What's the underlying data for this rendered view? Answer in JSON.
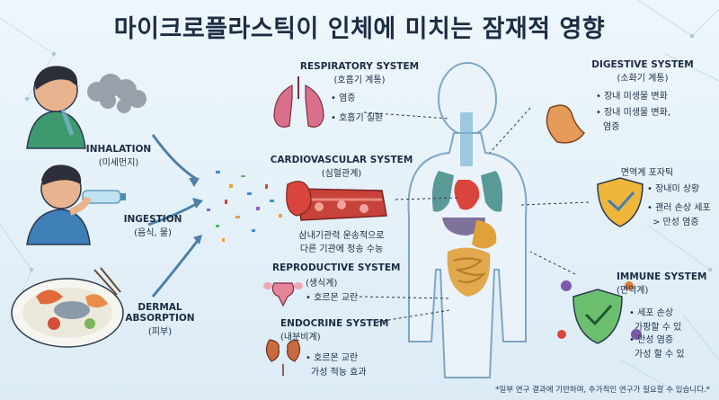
{
  "title": "마이크로플라스틱이 인체에 미치는 잠재적 영향",
  "sources": [
    {
      "en": "INHALATION",
      "ko": "(미세먼지)"
    },
    {
      "en": "INGESTION",
      "ko": "(음식, 물)"
    },
    {
      "en": "DERMAL",
      "en2": "ABSORPTION",
      "ko": "(피부)"
    }
  ],
  "respiratory": {
    "en": "RESPIRATORY SYSTEM",
    "ko": "(호흡기 계통)",
    "items": [
      "염증",
      "호흡기 질환"
    ]
  },
  "cardiovascular": {
    "en": "CARDIOVASCULAR SYSTEM",
    "ko": "(심혈관계)",
    "items": [
      "삼내기관력 운송적으로",
      "다른 기관에 정송 수능"
    ]
  },
  "reproductive": {
    "en": "REPRODUCTIVE SYSTEM",
    "ko": "(생식계)",
    "items": [
      "호르몬 교란"
    ]
  },
  "endocrine": {
    "en": "ENDOCRINE SYSTEM",
    "ko": "(내분비계)",
    "items": [
      "호르몬 교란",
      "가성 적능 효과"
    ]
  },
  "digestive": {
    "en": "DIGESTIVE SYSTEM",
    "ko": "(소화기 계통)",
    "items": [
      "장내 미생물 변화",
      "장내 미생물 변화,",
      "염증"
    ]
  },
  "immune_hub": {
    "ko": "면역계 포자틱",
    "items": [
      "장내미 상황",
      "괜러 손상 세포",
      "> 만성 염증"
    ]
  },
  "immune": {
    "en": "IMMUNE SYSTEM",
    "ko": "(면역계)",
    "items": [
      "세포 손상",
      "가팡할 수 있",
      "만성 염증",
      "가성 할 수 있"
    ]
  },
  "footnote": "*일부 연구 결과에 기반하며, 추가적인 연구가 필요할 수 있습니다.*",
  "colors": {
    "title": "#1c2d44",
    "body_outline": "#7fa6c4",
    "heart": "#d9453a",
    "lung": "#3f8a84",
    "intestine": "#d9a03a",
    "shield": "#f0b63a",
    "shield_immune": "#6bbf6e"
  }
}
